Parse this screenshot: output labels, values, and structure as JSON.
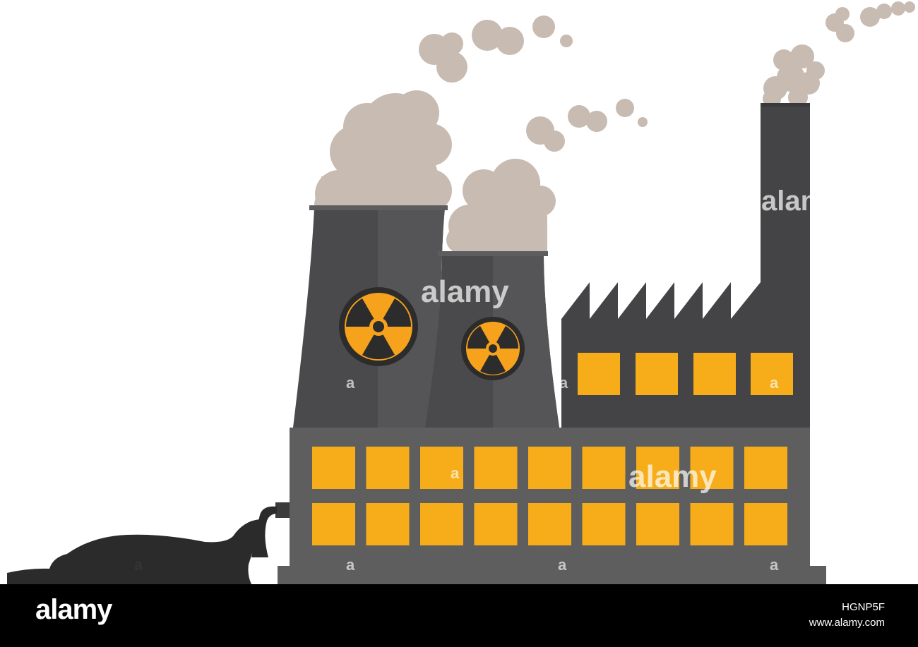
{
  "brand": {
    "logo_text": "alamy"
  },
  "image_meta": {
    "id": "HGNP5F",
    "site": "www.alamy.com"
  },
  "watermarks": [
    "alamy",
    "a"
  ],
  "colors": {
    "smoke": "#c7bbb2",
    "tower_dark": "#4a4a4c",
    "tower_light": "#5a5a5c",
    "factory": "#444446",
    "building": "#5e5e5e",
    "window": "#f7ad19",
    "radiation": "#f7a21c",
    "oil": "#2b2b2b",
    "bar": "#000000"
  },
  "icons": [
    "radiation-icon"
  ]
}
